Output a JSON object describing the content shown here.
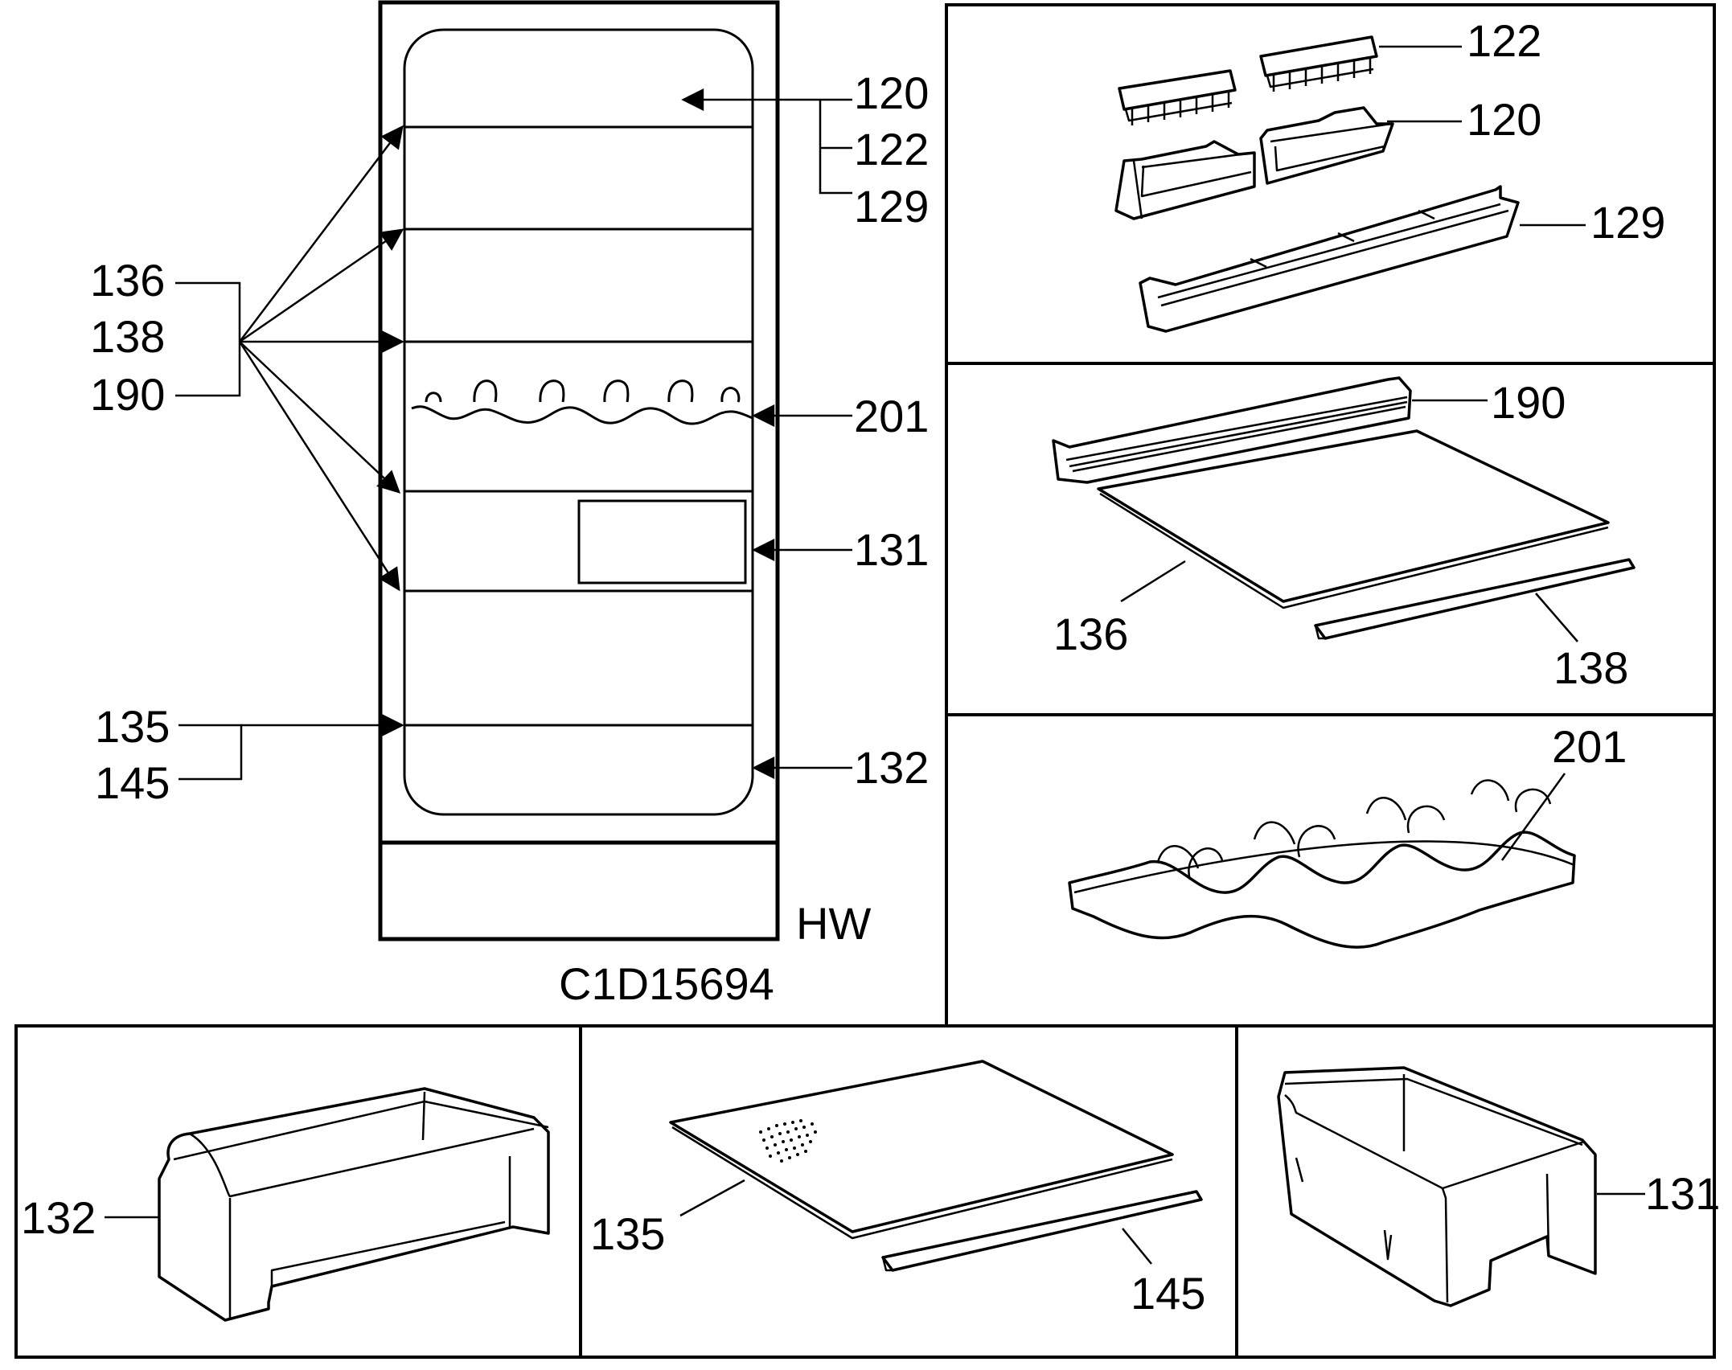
{
  "overview": {
    "callouts": {
      "top_group": [
        "120",
        "122",
        "129"
      ],
      "shelf_group": [
        "136",
        "138",
        "190"
      ],
      "wine_rack": "201",
      "small_drawer": "131",
      "lower_group": [
        "135",
        "145"
      ],
      "crisper": "132"
    },
    "variant_label": "HW",
    "drawing_number": "C1D15694"
  },
  "panels": {
    "door_bins": {
      "labels": [
        "122",
        "120",
        "129"
      ]
    },
    "glass_shelf": {
      "labels": [
        "190",
        "136",
        "138"
      ]
    },
    "wine_rack": {
      "labels": [
        "201"
      ]
    },
    "crisper_drawer": {
      "labels": [
        "132"
      ]
    },
    "bottom_shelf": {
      "labels": [
        "135",
        "145"
      ]
    },
    "small_drawer": {
      "labels": [
        "131"
      ]
    }
  }
}
